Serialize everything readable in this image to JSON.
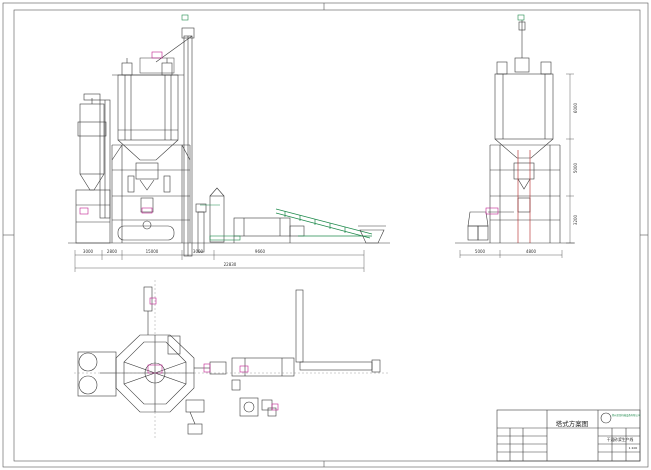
{
  "drawing": {
    "elevation_dims": [
      "3000",
      "2800",
      "15000",
      "3000",
      "9660"
    ],
    "elevation_total": "22830",
    "side_dims": [
      "5000",
      "4800"
    ],
    "side_height_dims": [
      "6000",
      "5000",
      "3200"
    ]
  },
  "title_block": {
    "title": "塔式方案图",
    "subtitle": "干混砂浆生产线",
    "company": "郑州某某机械设备有限公司",
    "scale": "1:100"
  },
  "colors": {
    "line": "#3a3a3a",
    "green": "#1f8a4c",
    "magenta": "#c0208f",
    "red": "#b02020"
  }
}
